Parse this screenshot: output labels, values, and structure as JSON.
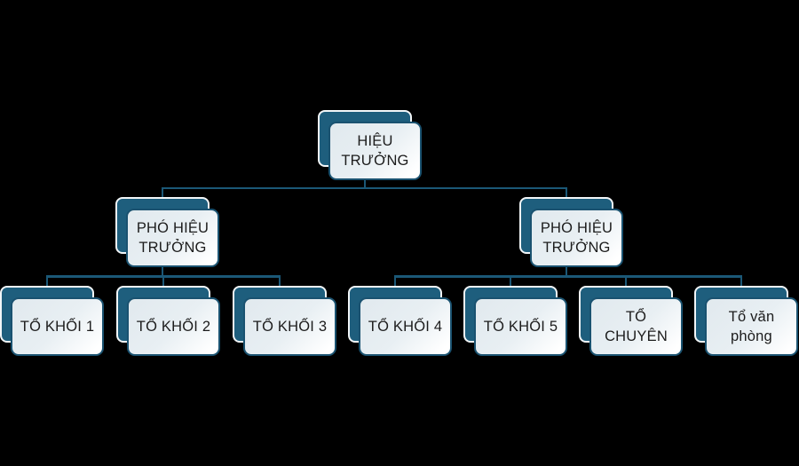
{
  "colors": {
    "background": "#000000",
    "shape_teal": "#1e5e7d",
    "shape_border": "#1a5270",
    "connector": "#1b5877",
    "back_outline": "#f2f6f8",
    "front_fill_start": "#e1e9ee",
    "front_fill_mid": "#e8eff3",
    "front_fill_end": "#ffffff",
    "text": "#1c1c1c"
  },
  "nodes": {
    "root": {
      "label": "HIỆU\nTRƯỞNG"
    },
    "vice_left": {
      "label": "PHÓ HIỆU\nTRƯỞNG"
    },
    "vice_right": {
      "label": "PHÓ HIỆU\nTRƯỞNG"
    },
    "group1": {
      "label": "TỔ KHỐI 1"
    },
    "group2": {
      "label": "TỔ KHỐI 2"
    },
    "group3": {
      "label": "TỔ KHỐI 3"
    },
    "group4": {
      "label": "TỔ KHỐI 4"
    },
    "group5": {
      "label": "TỔ KHỐI 5"
    },
    "chuyen": {
      "label": "TỔ\nCHUYÊN"
    },
    "vanphong": {
      "label": "Tổ văn\nphòng"
    }
  },
  "hierarchy": {
    "root": "HIỆU TRƯỞNG",
    "level2": [
      {
        "label": "PHÓ HIỆU TRƯỞNG",
        "children": [
          "TỔ KHỐI 1",
          "TỔ KHỐI 2",
          "TỔ KHỐI 3"
        ]
      },
      {
        "label": "PHÓ HIỆU TRƯỞNG",
        "children": [
          "TỔ KHỐI 4",
          "TỔ KHỐI 5",
          "TỔ CHUYÊN",
          "Tổ văn phòng"
        ]
      }
    ]
  }
}
